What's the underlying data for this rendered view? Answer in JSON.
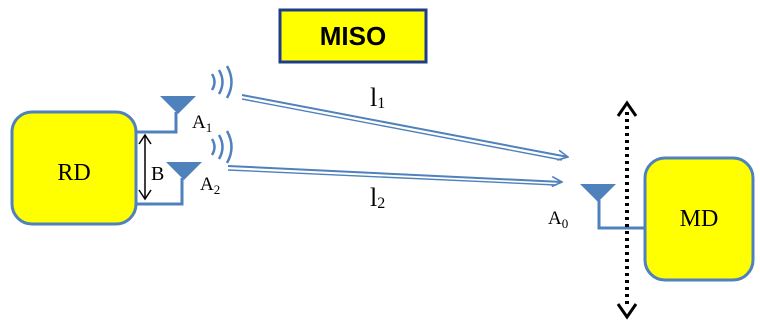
{
  "title": "MISO",
  "devices": {
    "rd": "RD",
    "md": "MD"
  },
  "antennas": {
    "a1": {
      "letter": "A",
      "sub": "1"
    },
    "a2": {
      "letter": "A",
      "sub": "2"
    },
    "a0": {
      "letter": "A",
      "sub": "0"
    }
  },
  "links": {
    "l1": {
      "letter": "l",
      "sub": "1"
    },
    "l2": {
      "letter": "l",
      "sub": "2"
    }
  },
  "spacing_label": "B",
  "colors": {
    "box_fill": "#ffff00",
    "box_stroke": "#4f81bd",
    "antenna_fill": "#4f81bd",
    "title_fill": "#ffff00",
    "title_stroke": "#1f3c8c",
    "link_stroke": "#4f81bd",
    "text": "#000000"
  }
}
